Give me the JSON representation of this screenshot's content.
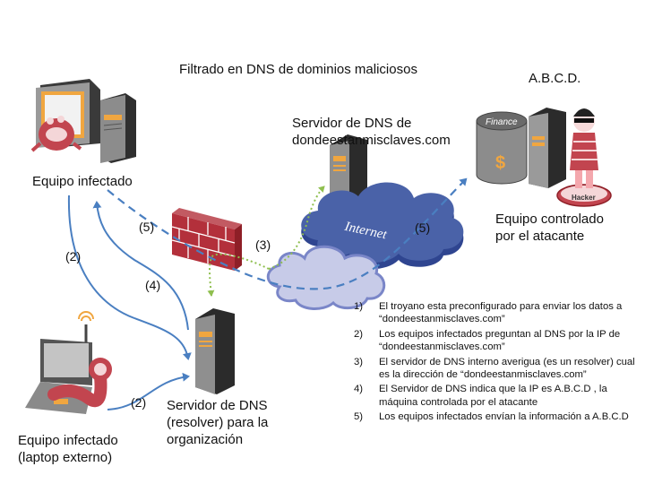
{
  "title": "Filtrado en DNS de dominios maliciosos",
  "labels": {
    "infected_pc": "Equipo infectado",
    "infected_laptop_line1": "Equipo infectado",
    "infected_laptop_line2": "(laptop externo)",
    "org_dns_line1": "Servidor de DNS",
    "org_dns_line2": "(resolver) para la",
    "org_dns_line3": "organización",
    "ext_dns_line1": "Servidor de DNS de",
    "ext_dns_line2": "dondeestanmisclaves.com",
    "attacker_ip": "A.B.C.D.",
    "attacker_line1": "Equipo controlado",
    "attacker_line2": "por el atacante",
    "internet": "Internet",
    "finance": "Finance",
    "dollar": "$",
    "hacker": "Hacker"
  },
  "step_markers": {
    "step2_pc": "(2)",
    "step2_laptop": "(2)",
    "step3": "(3)",
    "step4": "(4)",
    "step5_left": "(5)",
    "step5_right": "(5)"
  },
  "steps": [
    {
      "num": "1)",
      "text": "El troyano esta preconfigurado para enviar los datos a “dondeestanmisclaves.com”"
    },
    {
      "num": "2)",
      "text": "Los equipos infectados preguntan al DNS por la IP de “dondeestanmisclaves.com”"
    },
    {
      "num": "3)",
      "text": "El servidor de DNS interno averigua (es un resolver) cual es la dirección de “dondeestanmisclaves.com”"
    },
    {
      "num": "4)",
      "text": "El Servidor de DNS indica que la IP es A.B.C.D , la máquina controlada por el atacante"
    },
    {
      "num": "5)",
      "text": "Los equipos infectados envían la información a A.B.C.D"
    }
  ],
  "colors": {
    "arrow_blue": "#4a7fc1",
    "dotted_green": "#8fbf4f",
    "firewall_red": "#b3303b",
    "internet_cloud": "#4a62a8",
    "local_cloud": "#c7cbe8",
    "accent_orange": "#f0a640"
  }
}
